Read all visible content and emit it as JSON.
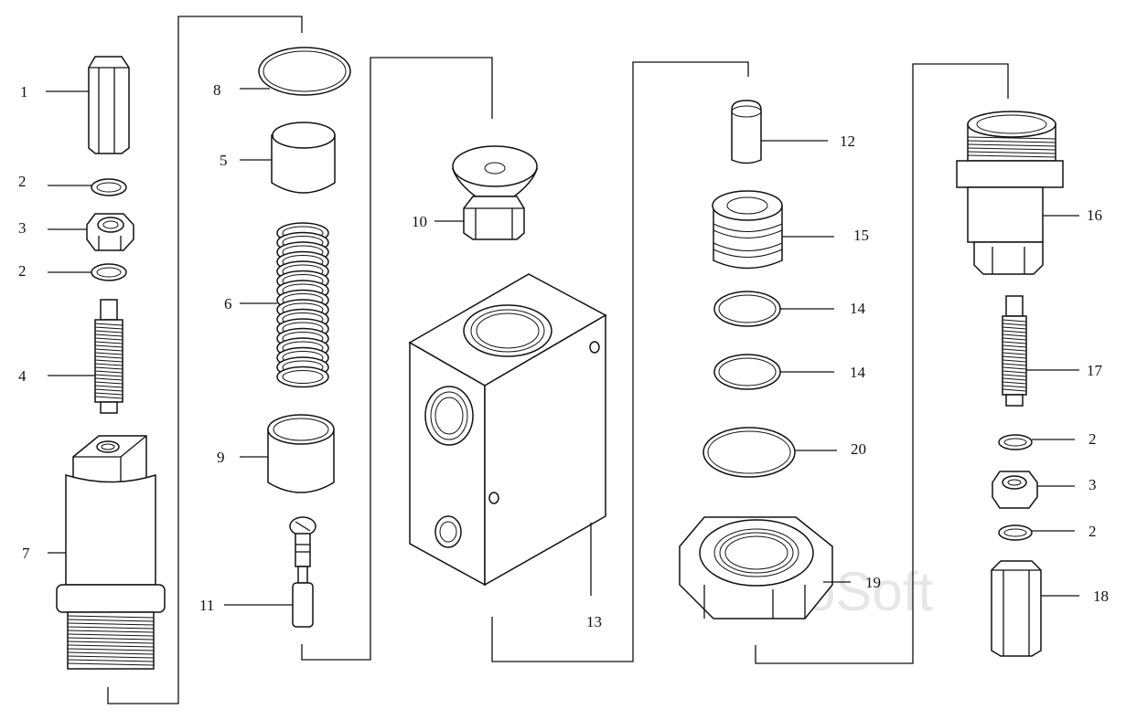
{
  "watermark": "AutoSoft",
  "callouts": {
    "c1": "1",
    "c2a": "2",
    "c3a": "3",
    "c2b": "2",
    "c4": "4",
    "c7": "7",
    "c8": "8",
    "c5": "5",
    "c6": "6",
    "c9": "9",
    "c11": "11",
    "c10": "10",
    "c13": "13",
    "c12": "12",
    "c15": "15",
    "c14a": "14",
    "c14b": "14",
    "c20": "20",
    "c19": "19",
    "c16": "16",
    "c17": "17",
    "c2c": "2",
    "c3b": "3",
    "c2d": "2",
    "c18": "18"
  }
}
